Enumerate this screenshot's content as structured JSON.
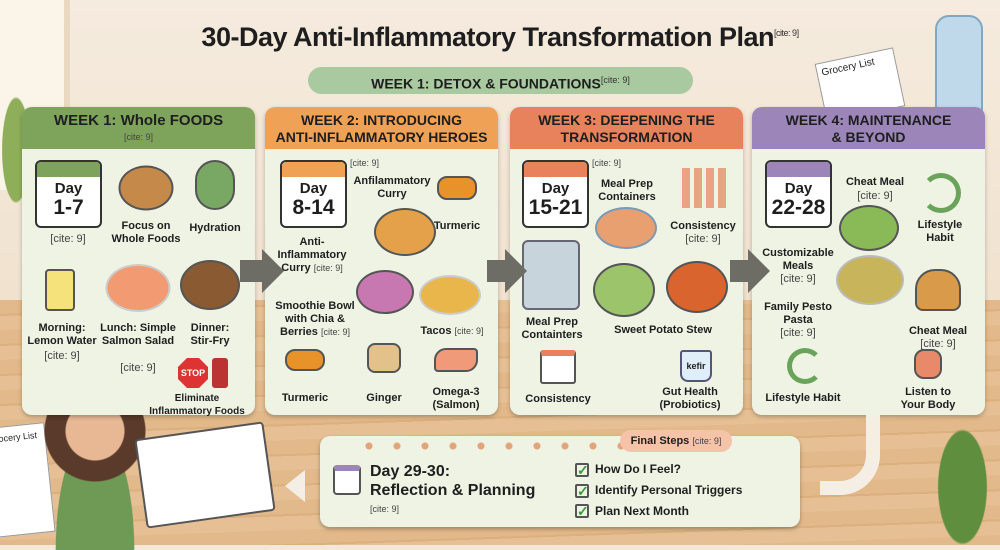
{
  "header": {
    "title": "30-Day Anti-Inflammatory Transformation Plan",
    "title_cite": "[cite: 9]",
    "phase": "WEEK 1: DETOX & FOUNDATIONS",
    "phase_cite": "[cite: 9]"
  },
  "decor": {
    "grocery_top": "Grocery List",
    "grocery_left": "Grocery List"
  },
  "colors": {
    "week1": "#7ea35a",
    "week2": "#efa155",
    "week3": "#e7825d",
    "week4": "#9c86b9",
    "panel": "#eef3e4",
    "arrow": "#6d6d66"
  },
  "week1": {
    "title": "WEEK 1: Whole FOODS",
    "title_cite": "[cite: 9]",
    "day_word": "Day",
    "days": "1-7",
    "cal_cite": "[cite: 9]",
    "focus": "Focus on Whole Foods",
    "hydration": "Hydration",
    "morning": "Morning: Lemon Water",
    "morning_cite": "[cite: 9]",
    "lunch": "Lunch: Simple Salmon Salad",
    "lunch_cite": "[cite: 9]",
    "dinner": "Dinner: Stir-Fry",
    "stop": "STOP",
    "eliminate": "Eliminate Inflammatory Foods"
  },
  "week2": {
    "title_l1": "WEEK 2: INTRODUCING",
    "title_l2": "ANTI-INFLAMMATORY HEROES",
    "day_word": "Day",
    "days": "8-14",
    "cal_cite": "[cite: 9]",
    "curry_top": "Anfilammatory Curry",
    "turmeric_top": "Turmeric",
    "curry_left": "Anti-Inflammatory Curry",
    "curry_left_cite": "[cite: 9]",
    "smoothie": "Smoothie Bowl with Chia & Berries",
    "smoothie_cite": "[cite: 9]",
    "tacos": "Tacos",
    "tacos_cite": "[cite: 9]",
    "turmeric": "Turmeric",
    "ginger": "Ginger",
    "omega": "Omega-3 (Salmon)"
  },
  "week3": {
    "title_l1": "WEEK 3: DEEPENING THE",
    "title_l2": "TRANSFORMATION",
    "day_word": "Day",
    "days": "15-21",
    "cal_cite": "[cite: 9]",
    "meal_prep_top": "Meal Prep Containers",
    "consistency_top": "Consistency",
    "consistency_top_cite": "[cite: 9]",
    "meal_prep_left": "Meal Prep Containters",
    "stew": "Sweet Potato Stew",
    "consistency": "Consistency",
    "kefir": "kefir",
    "gut": "Gut Health (Probiotics)"
  },
  "week4": {
    "title_l1": "WEEK 4: MAINTENANCE",
    "title_l2": "& BEYOND",
    "day_word": "Day",
    "days": "22-28",
    "cheat_top": "Cheat Meal",
    "cheat_top_cite": "[cite: 9]",
    "lifestyle_top": "Lifestyle Habit",
    "custom": "Customizable Meals",
    "custom_cite": "[cite: 9]",
    "pesto": "Family Pesto Pasta",
    "pesto_cite": "[cite: 9]",
    "cheat": "Cheat Meal",
    "cheat_cite": "[cite: 9]",
    "lifestyle": "Lifestyle Habit",
    "listen": "Listen to Your Body"
  },
  "final": {
    "badge": "Final Steps",
    "badge_cite": "[cite: 9]",
    "day": "Day 29-30:",
    "title": "Reflection & Planning",
    "cite": "[cite: 9]",
    "checklist": [
      "How Do I Feel?",
      "Identify Personal Triggers",
      "Plan Next Month"
    ]
  }
}
